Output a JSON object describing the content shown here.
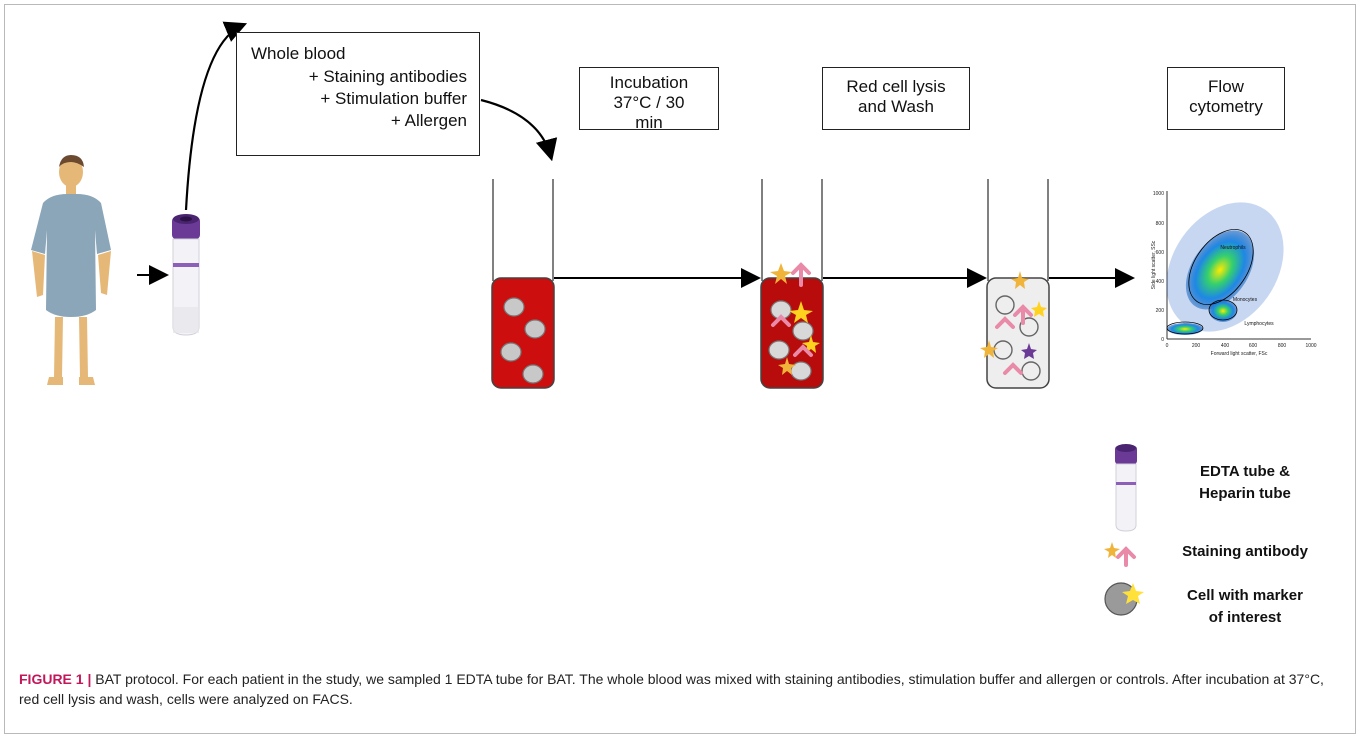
{
  "input_box": {
    "title": "Whole blood",
    "lines": [
      "+ Staining antibodies",
      "+ Stimulation buffer",
      "+ Allergen"
    ]
  },
  "steps": [
    {
      "label_line1": "Incubation",
      "label_line2": "37°C / 30",
      "label_line3": "min"
    },
    {
      "label_line1": "Red cell lysis",
      "label_line2": "and Wash"
    },
    {
      "label_line1": "Flow",
      "label_line2": "cytometry"
    }
  ],
  "legend": [
    {
      "line1": "EDTA tube &",
      "line2": "Heparin tube",
      "icon": "blood-tube-icon"
    },
    {
      "line1": "Staining antibody",
      "icon": "antibody-icon"
    },
    {
      "line1": "Cell with marker",
      "line2": "of interest",
      "icon": "marked-cell-icon"
    }
  ],
  "plot": {
    "ylabel": "Side light scatter, SSc",
    "xlabel": "Forward light scatter, FSc",
    "ticks": [
      "0",
      "200",
      "400",
      "600",
      "800",
      "1000"
    ],
    "populations": [
      "Neutrophils",
      "Monocytes",
      "Lymphocytes"
    ]
  },
  "caption": {
    "head": "FIGURE 1 |",
    "text": " BAT protocol. For each patient in the study, we sampled 1 EDTA tube for BAT. The whole blood was mixed with staining antibodies, stimulation buffer and allergen or controls. After incubation at 37°C, red cell lysis and wash, cells were analyzed on FACS."
  },
  "colors": {
    "gown": "#8aa6b8",
    "skin": "#e6b878",
    "blood": "#cc0e0e",
    "tube_cap": "#6b3a96",
    "cell": "#c8c8c8"
  }
}
